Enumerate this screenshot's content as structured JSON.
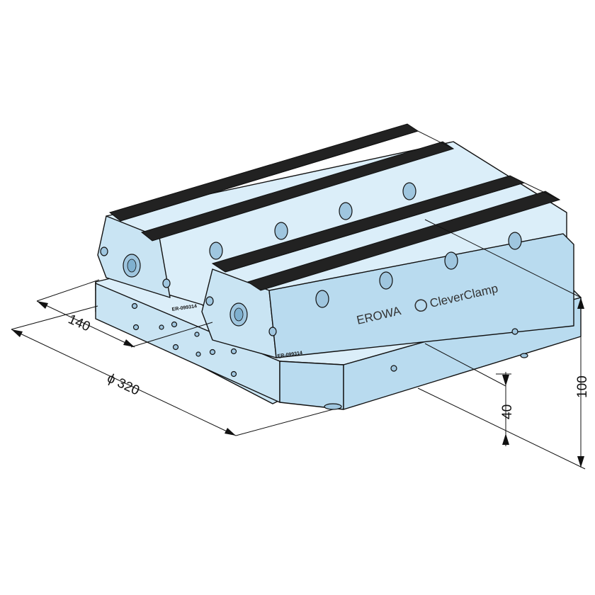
{
  "product": {
    "brand": "EROWA",
    "product_name": "CleverClamp",
    "serial_left": "ER-099314",
    "serial_front": "ER-099314"
  },
  "dimensions": {
    "diameter": "ϕ 320",
    "width_140": "140",
    "height_100": "100",
    "height_40": "40"
  },
  "colors": {
    "body": "#c9e4f3",
    "jaw": "#222222",
    "line": "#111111"
  }
}
